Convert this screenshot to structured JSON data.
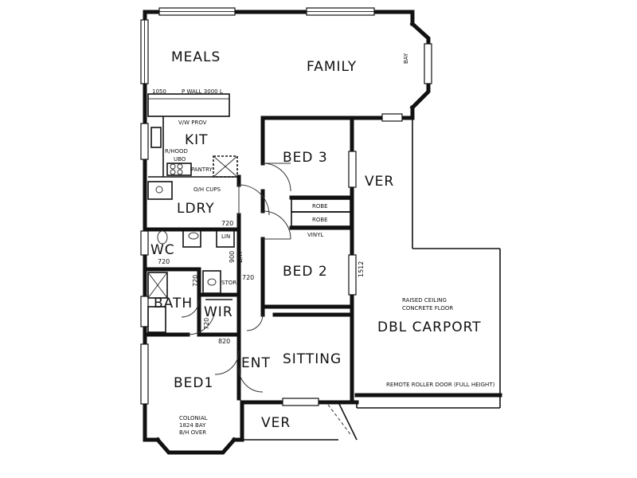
{
  "rooms": {
    "meals": "MEALS",
    "family": "FAMILY",
    "kit": "KIT",
    "bed3": "BED 3",
    "ver_side": "VER",
    "ldry": "LDRY",
    "wc": "WC",
    "bed2": "BED 2",
    "bath": "BATH",
    "wir": "WIR",
    "dbl_carport": "DBL CARPORT",
    "ent": "ENT",
    "sitting": "SITTING",
    "bed1": "BED1",
    "ver_front": "VER"
  },
  "notes": {
    "bay": "BAY",
    "wall_dim": "1050",
    "p_wall": "P WALL 3000 L",
    "vw_prov": "V/W PROV",
    "rhood": "R/HOOD",
    "ubo": "UBO",
    "pantry": "PANTRY",
    "oh_cups": "O/H CUPS",
    "robe1": "ROBE",
    "robe2": "ROBE",
    "vinyl": "VINYL",
    "lin": "LIN",
    "store": "STORE",
    "raised_ceiling": "RAISED CEILING",
    "concrete_floor": "CONCRETE FLOOR",
    "remote_door": "REMOTE ROLLER DOOR (FULL HEIGHT)",
    "colonial": "COLONIAL",
    "bay_1824": "1824 BAY",
    "bh_over": "B/H OVER",
    "d720_ldry": "720",
    "d720_wc": "720",
    "d900": "900",
    "bh": "B/H",
    "d720_store": "720",
    "d720_bath": "720",
    "d720_wir": "720",
    "d820": "820",
    "d1512": "1512"
  }
}
